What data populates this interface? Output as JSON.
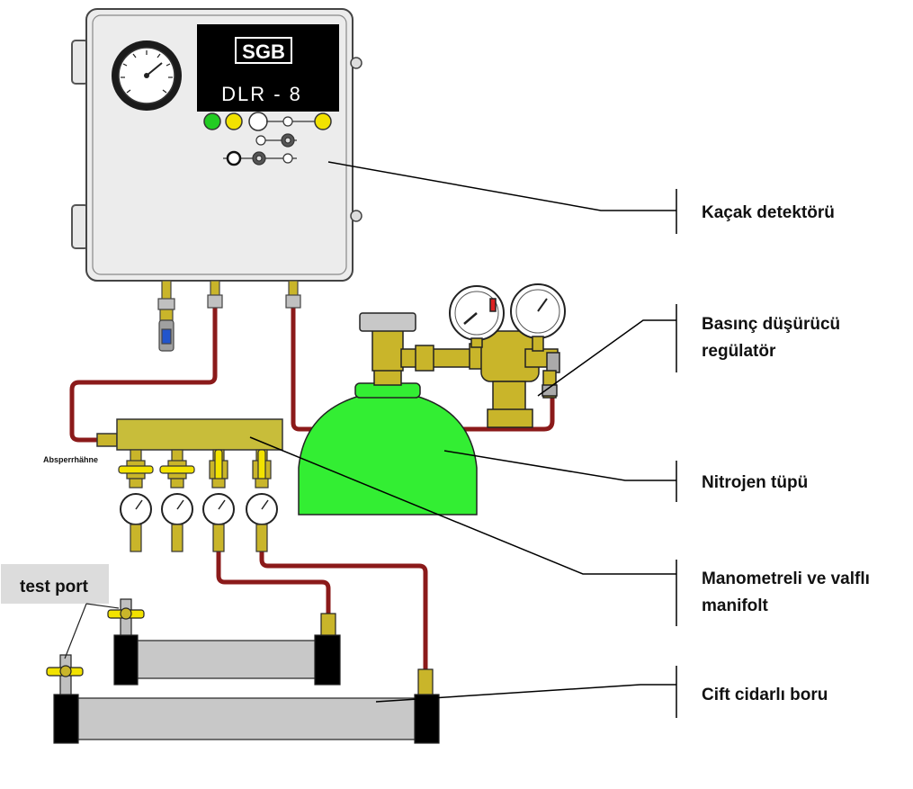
{
  "detector": {
    "brand": "SGB",
    "model": "DLR - 8",
    "panel_color": "#ececec",
    "display_color": "#000000",
    "led_green": "#22cc22",
    "led_yellow": "#f2e200"
  },
  "valves_label": "Absperrhähne",
  "test_port": "test port",
  "callouts": {
    "detector": "Kaçak detektörü",
    "regulator_line1": "Basınç düşürücü",
    "regulator_line2": "regülatör",
    "tank": "Nitrojen tüpü",
    "manifold_line1": "Manometreli ve valflı",
    "manifold_line2": "manifolt",
    "pipe": "Cift cidarlı boru"
  },
  "colors": {
    "hose": "#8b1a1a",
    "brass": "#c9b52a",
    "manifold": "#c8bd3a",
    "tank": "#33ee33",
    "pipe": "#c8c8c8",
    "endcap": "#000000"
  }
}
